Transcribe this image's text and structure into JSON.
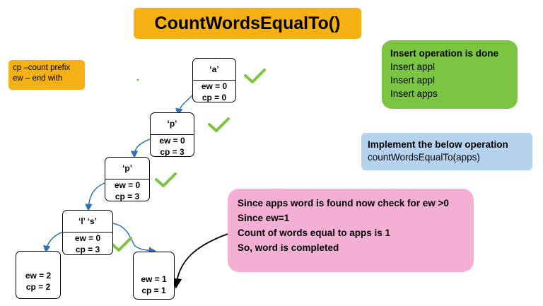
{
  "title": "CountWordsEqualTo()",
  "legend": {
    "line1": "cp –count prefix",
    "line2": "ew – end with"
  },
  "insert_box": {
    "heading": "Insert operation is done",
    "items": [
      "Insert appl",
      "Insert appl",
      "Insert apps"
    ]
  },
  "task_box": {
    "heading": "Implement the below operation",
    "call": "countWordsEqualTo(apps)"
  },
  "explanation": {
    "lines": [
      "Since apps word is found now check for ew >0",
      "Since ew=1",
      "Count of words equal to apps is 1",
      "So, word is completed"
    ]
  },
  "nodes": [
    {
      "label": "‘a’",
      "ew": "ew = 0",
      "cp": "cp = 0"
    },
    {
      "label": "‘p’",
      "ew": "ew = 0",
      "cp": "cp = 3"
    },
    {
      "label": "‘p’",
      "ew": "ew = 0",
      "cp": "cp = 3"
    },
    {
      "label": "‘l’  ‘s’",
      "ew": "ew = 0",
      "cp": "cp = 3"
    }
  ],
  "leaves": [
    {
      "ew": "ew = 2",
      "cp": "cp = 2"
    },
    {
      "ew": "ew = 1",
      "cp": "cp = 1"
    }
  ],
  "colors": {
    "title_bg": "#f5b013",
    "green_box": "#7bc542",
    "blue_box": "#b5d3ee",
    "pink_box": "#f4afd4",
    "check": "#7bc542",
    "arrow": "#2e75b6"
  }
}
